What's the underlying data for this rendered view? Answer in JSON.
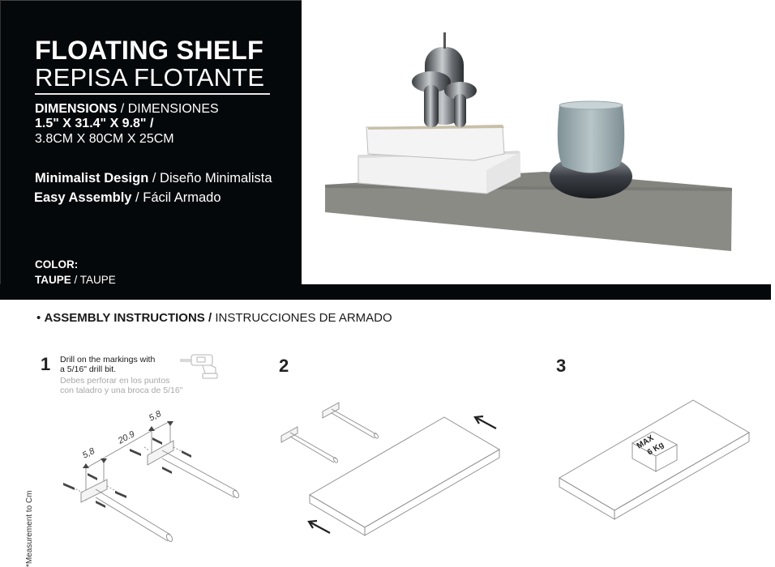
{
  "hero": {
    "title_en": "FLOATING SHELF",
    "title_es": "REPISA FLOTANTE",
    "dimensions": {
      "label_en": "DIMENSIONS",
      "separator": " / ",
      "label_es": "DIMENSIONES",
      "imperial": "1.5\" X 31.4\" X 9.8\" /",
      "metric": "3.8CM X 80CM X 25CM"
    },
    "features": [
      {
        "en": "Minimalist Design",
        "sep": " / ",
        "es": "Diseño Minimalista"
      },
      {
        "en": "Easy Assembly",
        "sep": " / ",
        "es": "Fácil Armado"
      }
    ],
    "color": {
      "label": "COLOR:",
      "value_en": "TAUPE",
      "sep": " / ",
      "value_es": "TAUPE"
    }
  },
  "product_photo": {
    "shelf_color": "#8a8a86",
    "items": [
      "stacked-books",
      "metal-mushroom-figurines",
      "glass-candle-holder"
    ]
  },
  "assembly": {
    "bullet": "•",
    "title_en": "ASSEMBLY INSTRUCTIONS",
    "sep": " / ",
    "title_es": "INSTRUCCIONES DE ARMADO",
    "steps": [
      {
        "number": "1",
        "text_en_line1": "Drill on the markings with",
        "text_en_line2": "a 5/16\" drill bit.",
        "text_es_line1": "Debes perforar en los puntos",
        "text_es_line2": "con taladro y una broca de 5/16\"",
        "icon": "drill-icon",
        "measurements": {
          "left_offset": "5,8",
          "spacing": "20.9",
          "right_offset": "5,8"
        }
      },
      {
        "number": "2"
      },
      {
        "number": "3",
        "load_label_line1": "MAX",
        "load_label_line2": "6 Kg"
      }
    ],
    "measure_note": "*Measurement to Cm"
  }
}
